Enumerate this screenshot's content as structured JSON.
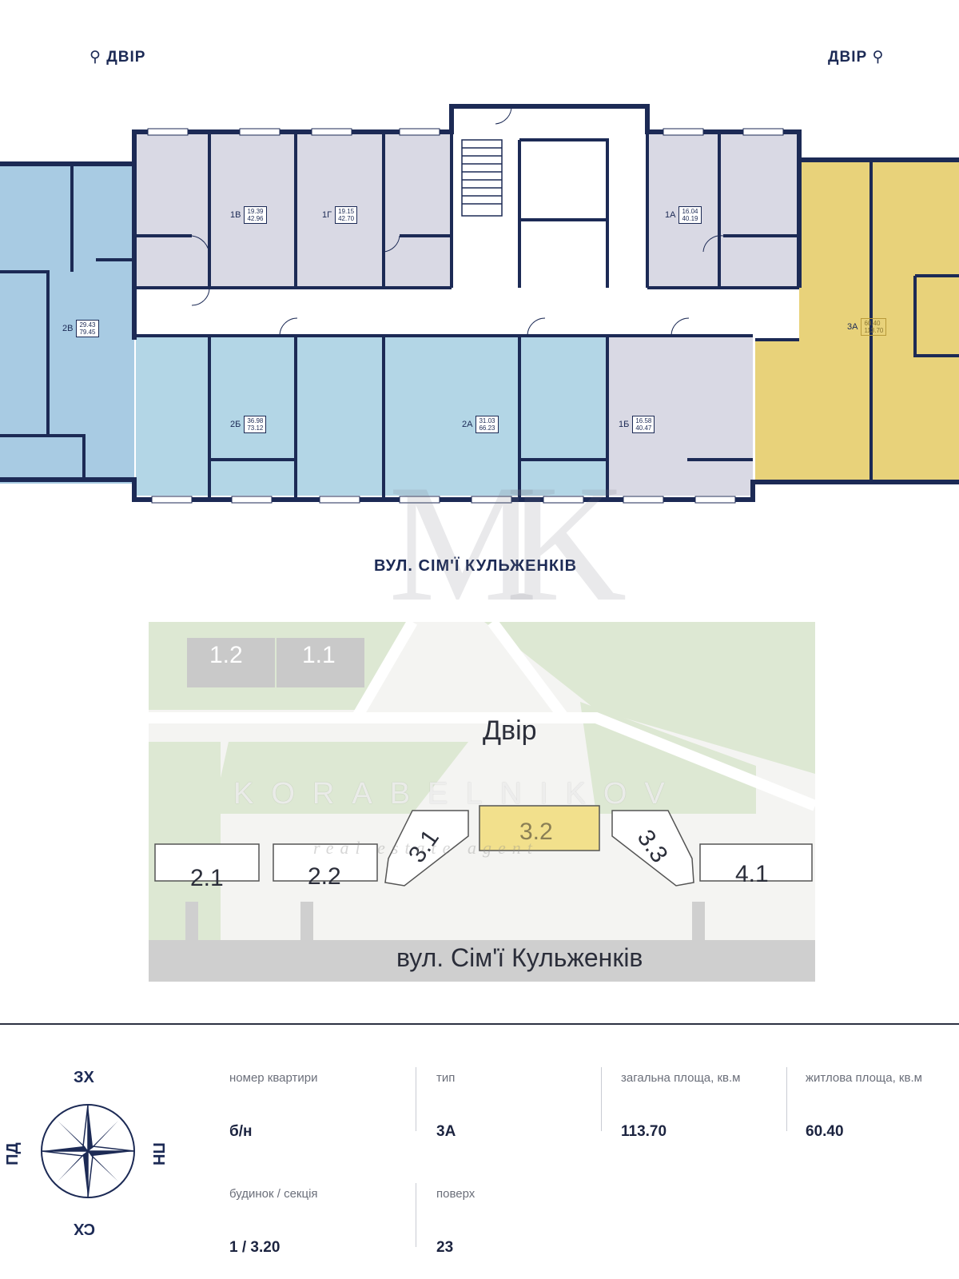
{
  "plan": {
    "yard_left": "ДВІР",
    "yard_right": "ДВІР",
    "street_label": "ВУЛ. СІМ'Ї КУЛЬЖЕНКІВ",
    "apartments": [
      {
        "code": "1В",
        "living": "19.39",
        "total": "42.96"
      },
      {
        "code": "1Г",
        "living": "19.15",
        "total": "42.70"
      },
      {
        "code": "1А",
        "living": "16.04",
        "total": "40.19"
      },
      {
        "code": "2В",
        "living": "29.43",
        "total": "79.45"
      },
      {
        "code": "2Б",
        "living": "36.98",
        "total": "73.12"
      },
      {
        "code": "2А",
        "living": "31.03",
        "total": "66.23"
      },
      {
        "code": "1Б",
        "living": "16.58",
        "total": "40.47"
      },
      {
        "code": "3А",
        "living": "60.40",
        "total": "113.70"
      }
    ]
  },
  "site": {
    "yard_label": "Двір",
    "street_label": "вул. Сім'ї Кульженків",
    "sections": [
      "1.2",
      "1.1",
      "2.1",
      "2.2",
      "3.1",
      "3.2",
      "3.3",
      "4.1"
    ],
    "watermark_brand": "KORABELNIKOV",
    "watermark_sub": "real estate agent",
    "watermark_logo": "MK"
  },
  "compass": {
    "top": "ЗХ",
    "bottom": "СХ",
    "left": "ПД",
    "right": "ПН"
  },
  "info": {
    "row1": [
      {
        "label": "номер квартири",
        "value": "б/н"
      },
      {
        "label": "тип",
        "value": "3А"
      },
      {
        "label": "загальна площа, кв.м",
        "value": "113.70"
      },
      {
        "label": "житлова площа, кв.м",
        "value": "60.40"
      }
    ],
    "row2": [
      {
        "label": "будинок / секція",
        "value": "1 / 3.20"
      },
      {
        "label": "поверх",
        "value": "23"
      }
    ]
  },
  "colors": {
    "navy": "#1c2a55",
    "lavender": "#d9d9e4",
    "light_blue": "#b3d6e6",
    "blue": "#a8cbe3",
    "highlight_yellow": "#e8d27a",
    "park_green": "#dde8d3",
    "road_gray": "#cfcfcf",
    "building_gray": "#c9c9c9"
  }
}
